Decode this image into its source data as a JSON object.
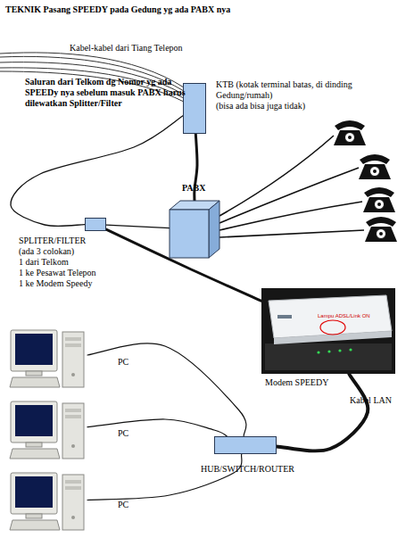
{
  "diagram": {
    "title": "TEKNIK Pasang SPEEDY pada Gedung yg ada PABX nya",
    "nodes": [
      {
        "text": [
          "KTB (kotak terminal batas, di dinding Gedung/rumah)",
          "(bisa ada bisa juga tidak)"
        ]
      },
      {
        "text": [
          "PABX"
        ]
      },
      {
        "text": [
          "SPLITER/FILTER",
          "(ada 3 colokan)",
          "1 dari Telkom",
          "1 ke Pesawat Telepon",
          "1 ke Modem Speedy"
        ]
      },
      {
        "text": [
          "Modem SPEEDY"
        ]
      },
      {
        "text": [
          "PC"
        ]
      },
      {
        "text": [
          "PC"
        ]
      },
      {
        "text": [
          "PC"
        ]
      },
      {
        "text": [
          "HUB/SWITCH/ROUTER"
        ]
      }
    ],
    "edges": [
      {
        "from": 0,
        "to": 1,
        "arrow": "none"
      },
      {
        "from": 0,
        "to": 2,
        "arrow": "none"
      },
      {
        "from": 2,
        "to": 1,
        "arrow": "none"
      },
      {
        "from": 2,
        "to": 3,
        "arrow": "none"
      },
      {
        "from": 3,
        "to": 7,
        "label": "Kabel LAN",
        "arrow": "none"
      },
      {
        "from": 4,
        "to": 7,
        "arrow": "none"
      },
      {
        "from": 5,
        "to": 7,
        "arrow": "none"
      },
      {
        "from": 6,
        "to": 7,
        "arrow": "none"
      }
    ],
    "labels": [
      "Kabel-kabel dari Tiang Telepon",
      "Saluran dari Telkom dg Nomor yg ada SPEEDy nya sebelum masuk PABX harus dilewatkan Splitter/Filter",
      "Lampu ADSL/Link ON"
    ]
  }
}
